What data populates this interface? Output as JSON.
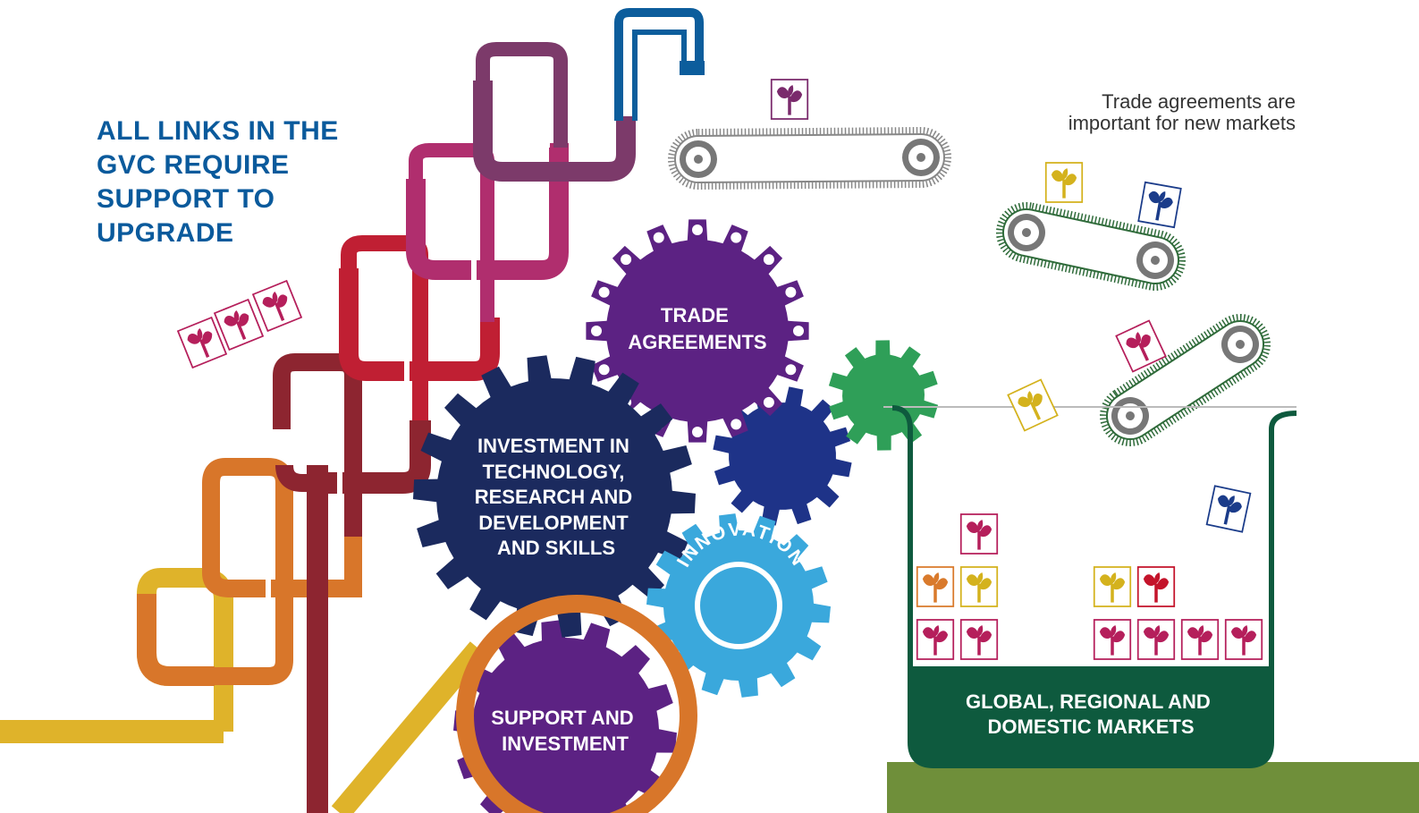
{
  "headline": [
    "ALL LINKS IN THE",
    "GVC REQUIRE",
    "SUPPORT TO",
    "UPGRADE"
  ],
  "note": [
    "Trade agreements are",
    "important for new markets"
  ],
  "gears": {
    "trade": [
      "TRADE",
      "AGREEMENTS"
    ],
    "investment": [
      "INVESTMENT IN",
      "TECHNOLOGY,",
      "RESEARCH AND",
      "DEVELOPMENT",
      "AND SKILLS"
    ],
    "innovation": "INNOVATION",
    "support": [
      "SUPPORT AND",
      "INVESTMENT"
    ]
  },
  "market": [
    "GLOBAL, REGIONAL AND",
    "DOMESTIC MARKETS"
  ],
  "colors": {
    "headline": "#0a5a9c",
    "trade_gear": "#5c2283",
    "investment_gear": "#1b2a5e",
    "innovation_gear": "#3aa8dc",
    "support_gear": "#5c2283",
    "blue_gear": "#1e3388",
    "green_gear": "#2f9f58",
    "market_container": "#0e5a3e",
    "ground": "#6f8f3a",
    "pipe_yellow": "#dfb32a",
    "pipe_orange": "#d8762a",
    "pipe_darkred": "#8d2530",
    "pipe_red": "#c01f33",
    "pipe_magenta": "#b02e6e",
    "pipe_plum": "#7c3a6a",
    "pipe_blue": "#0c5d9c",
    "plant_crimson": "#b51f5b",
    "plant_yellow": "#d4b21d",
    "plant_orange": "#d97a2c",
    "plant_red": "#c4142b",
    "plant_navy": "#1b3c8a",
    "plant_purple": "#7a2a6c"
  },
  "icons": [
    "plant-icon",
    "gear-icon",
    "conveyor-belt-icon",
    "pipe-icon"
  ]
}
